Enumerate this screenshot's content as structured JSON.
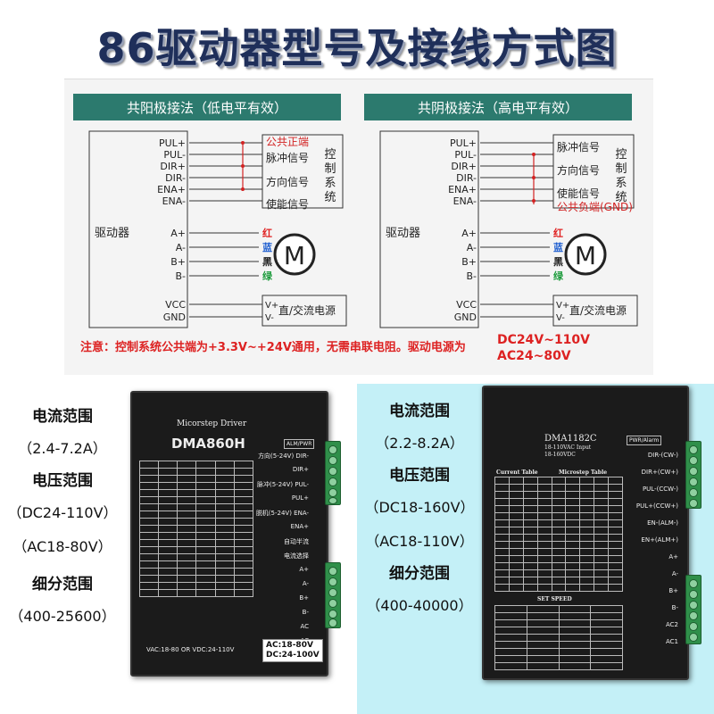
{
  "title": "86驱动器型号及接线方式图",
  "wiring": {
    "left": {
      "header": "共阳极接法（低电平有效）",
      "driver_label": "驱动器",
      "signal_pins": [
        "PUL+",
        "PUL-",
        "DIR+",
        "DIR-",
        "ENA+",
        "ENA-"
      ],
      "signal_labels": [
        "公共正端",
        "脉冲信号",
        "方向信号",
        "使能信号"
      ],
      "control_label": "控制系统",
      "motor_pins": [
        "A+",
        "A-",
        "B+",
        "B-"
      ],
      "wire_colors": [
        "红",
        "蓝",
        "黑",
        "绿"
      ],
      "power_pins": [
        "VCC",
        "GND"
      ],
      "power_terminals": [
        "V+",
        "V-"
      ],
      "power_label": "直/交流电源"
    },
    "right": {
      "header": "共阴极接法（高电平有效）",
      "driver_label": "驱动器",
      "signal_pins": [
        "PUL+",
        "PUL-",
        "DIR+",
        "DIR-",
        "ENA+",
        "ENA-"
      ],
      "signal_labels": [
        "脉冲信号",
        "方向信号",
        "使能信号",
        "公共负端(GND)"
      ],
      "control_label": "控制系统",
      "motor_pins": [
        "A+",
        "A-",
        "B+",
        "B-"
      ],
      "wire_colors": [
        "红",
        "蓝",
        "黑",
        "绿"
      ],
      "power_pins": [
        "VCC",
        "GND"
      ],
      "power_terminals": [
        "V+",
        "V-"
      ],
      "power_label": "直/交流电源"
    },
    "motor_symbol": "M",
    "notice": "注意：控制系统公共端为+3.3V~+24V通用，无需串联电阻。驱动电源为",
    "voltage_note": [
      "DC24V~110V",
      "AC24~80V"
    ]
  },
  "products": {
    "left": {
      "specs": [
        {
          "label": "电流范围",
          "value": "（2.4-7.2A）"
        },
        {
          "label": "电压范围",
          "value": "（DC24-110V）"
        },
        {
          "label": "",
          "value": "（AC18-80V）"
        },
        {
          "label": "细分范围",
          "value": "（400-25600）"
        }
      ],
      "device": {
        "brand": "Micorstep Driver",
        "model": "DMA860H",
        "alarm": "ALM/PWR",
        "ac_badge": [
          "AC:18-80V",
          "DC:24-100V"
        ],
        "bottom_text": "VAC:18-80 OR VDC:24-110V",
        "pins": [
          "方向(5-24V) DIR-",
          "DIR+",
          "脉冲(5-24V) PUL-",
          "PUL+",
          "脱机(5-24V) ENA-",
          "ENA+",
          "自动半流",
          "电流选择",
          "A+",
          "A-",
          "B+",
          "B-",
          "AC",
          "AC"
        ]
      }
    },
    "right": {
      "specs": [
        {
          "label": "电流范围",
          "value": "（2.2-8.2A）"
        },
        {
          "label": "电压范围",
          "value": "（DC18-160V）"
        },
        {
          "label": "",
          "value": "（AC18-110V）"
        },
        {
          "label": "细分范围",
          "value": "（400-40000）"
        }
      ],
      "device": {
        "model": "DMA1182C",
        "input": "18-110VAC Input",
        "input2": "18-160VDC",
        "alarm": "PWR/Alarm",
        "table1": "Current Table",
        "table2": "Microstep Table",
        "set_speed": "SET  SPEED",
        "pins": [
          "DIR-(CW-)",
          "DIR+(CW+)",
          "PUL-(CCW-)",
          "PUL+(CCW+)",
          "EN-(ALM-)",
          "EN+(ALM+)",
          "A+",
          "A-",
          "B+",
          "B-",
          "AC2",
          "AC1"
        ]
      }
    }
  },
  "colors": {
    "header_bg": "#2c7a6e",
    "signal_red": "#d22222",
    "wire_red": "#e02020",
    "wire_blue": "#1f5fd0",
    "wire_black": "#222222",
    "wire_green": "#1a9a3a",
    "cyan_bg": "#c4f0f7"
  }
}
